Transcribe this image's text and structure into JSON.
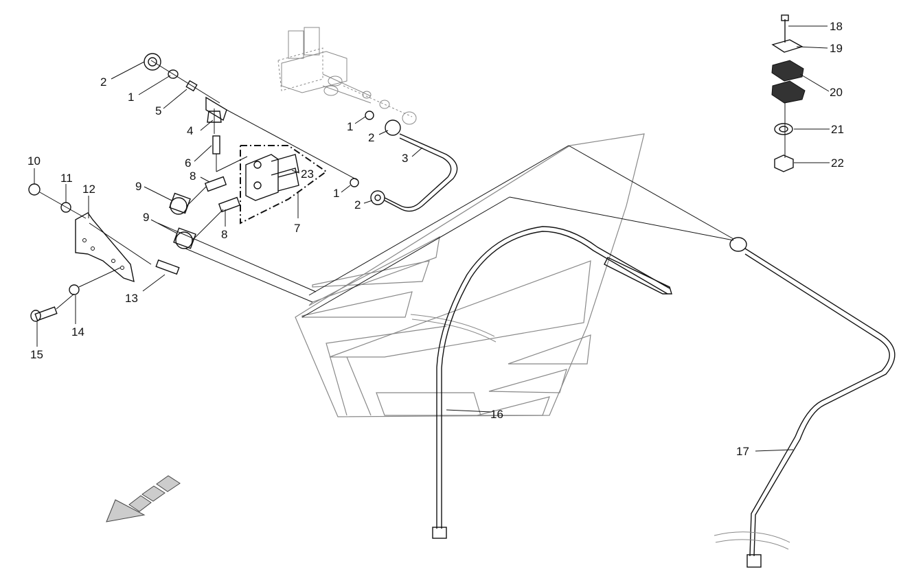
{
  "diagram": {
    "callouts": [
      "1",
      "2",
      "3",
      "4",
      "5",
      "6",
      "7",
      "8",
      "9",
      "10",
      "11",
      "12",
      "13",
      "14",
      "15",
      "16",
      "17",
      "18",
      "19",
      "20",
      "21",
      "22",
      "23"
    ],
    "icons": {
      "direction_arrow": "direction-arrow-icon"
    }
  }
}
